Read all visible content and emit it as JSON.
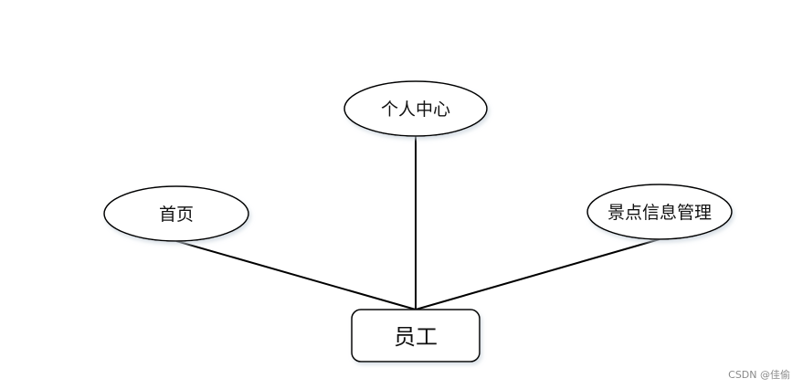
{
  "diagram": {
    "root": {
      "label": "员工"
    },
    "children": [
      {
        "label": "个人中心"
      },
      {
        "label": "首页"
      },
      {
        "label": "景点信息管理"
      }
    ]
  },
  "watermark": "CSDN @佳偷"
}
